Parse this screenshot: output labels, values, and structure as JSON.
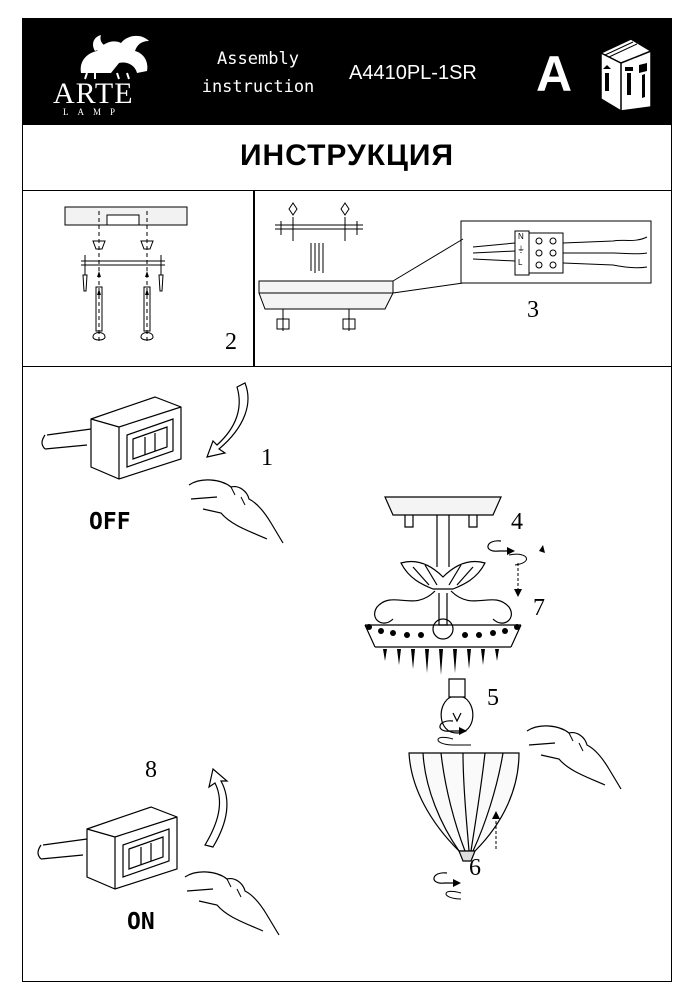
{
  "header": {
    "logo_text": "ARTE",
    "logo_sub": "LAMP",
    "title_line1": "Assembly",
    "title_line2": "instruction",
    "model": "A4410PL-1SR",
    "letter": "A"
  },
  "title": "ИНСТРУКЦИЯ",
  "steps": {
    "s1": "1",
    "s2": "2",
    "s3": "3",
    "s4": "4",
    "s5": "5",
    "s6": "6",
    "s7": "7",
    "s8": "8"
  },
  "switch_labels": {
    "off": "OFF",
    "on": "ON"
  },
  "terminal_labels": [
    "N",
    "⏚",
    "L"
  ]
}
